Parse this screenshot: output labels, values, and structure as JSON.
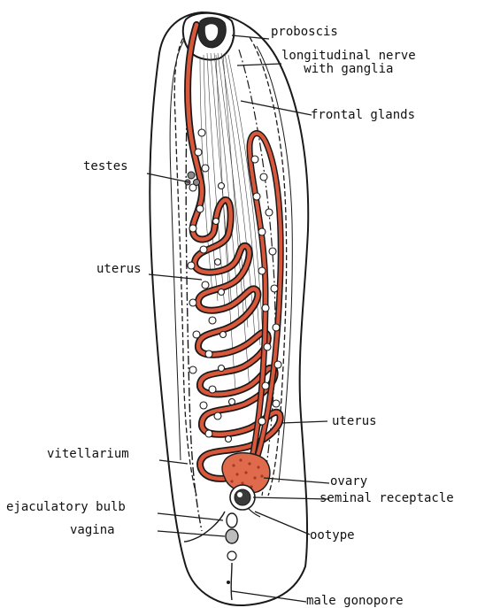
{
  "labels": {
    "proboscis": "proboscis",
    "nerve": "longitudinal nerve\nwith ganglia",
    "frontal_glands": "frontal glands",
    "testes": "testes",
    "uterus_left": "uterus",
    "uterus_right": "uterus",
    "vitellarium": "vitellarium",
    "ovary": "ovary",
    "seminal_receptacle": "seminal receptacle",
    "ejaculatory_bulb": "ejaculatory bulb",
    "vagina": "vagina",
    "ootype": "ootype",
    "male_gonopore": "male gonopore"
  },
  "colors": {
    "outline": "#1a1a1a",
    "uterus": "#d9573b",
    "ovary": "#e06a4c",
    "background": "#ffffff"
  }
}
